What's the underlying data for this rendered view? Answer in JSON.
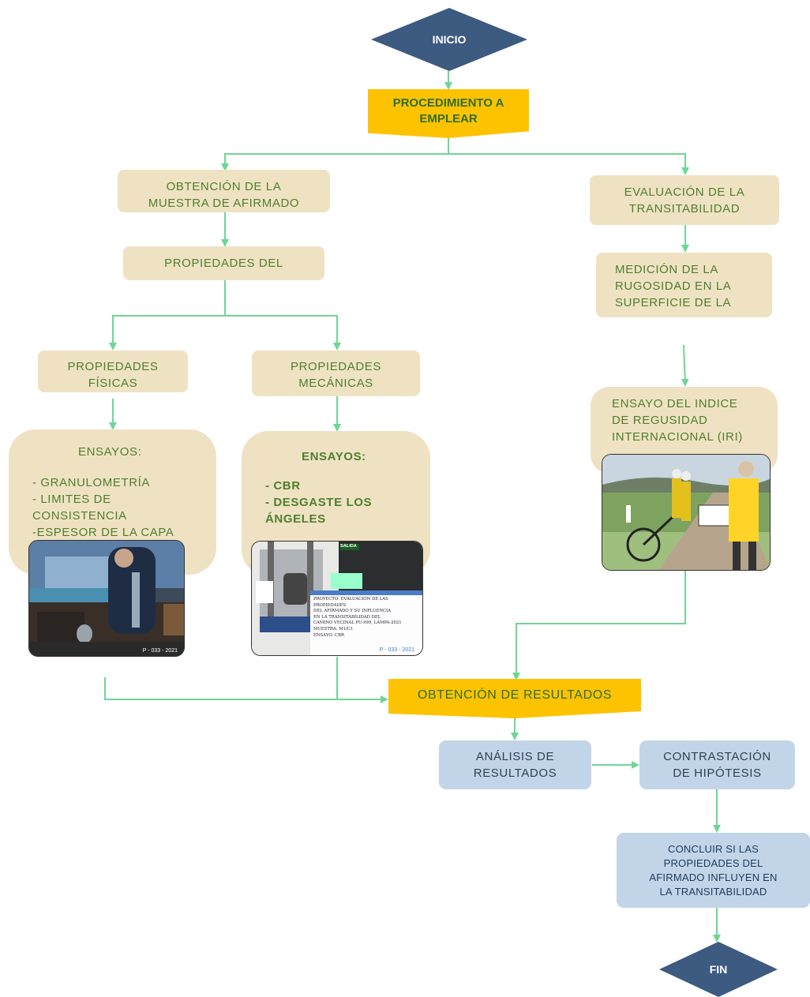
{
  "start": "INICIO",
  "procedure": [
    "PROCEDIMIENTO A",
    "EMPLEAR"
  ],
  "left_branch": {
    "sample": [
      "OBTENCIÓN DE LA",
      "MUESTRA DE AFIRMADO"
    ],
    "properties": "PROPIEDADES DEL",
    "physical": [
      "PROPIEDADES",
      "FÍSICAS"
    ],
    "mechanical": [
      "PROPIEDADES",
      "MECÁNICAS"
    ],
    "physical_tests": {
      "title": "ENSAYOS:",
      "items": [
        "- GRANULOMETRÍA",
        "- LIMITES DE",
        "CONSISTENCIA",
        "-ESPESOR DE LA CAPA"
      ]
    },
    "mechanical_tests": {
      "title": "ENSAYOS:",
      "items": [
        "- CBR",
        "- DESGASTE LOS",
        "ÁNGELES"
      ]
    }
  },
  "right_branch": {
    "evaluation": [
      "EVALUACIÓN DE LA",
      "TRANSITABILIDAD"
    ],
    "roughness": [
      "MEDICIÓN DE LA",
      "RUGOSIDAD EN LA",
      "SUPERFICIE DE LA"
    ],
    "iri": [
      "ENSAYO DEL INDICE",
      "DE REGUSIDAD",
      "INTERNACIONAL (IRI)"
    ]
  },
  "photos": {
    "physical_caption": "P - 033 - 2021",
    "mechanical_sign_lines": [
      "PROYECTO: EVALUACION DE LAS PROPIEDADES",
      "DEL AFIRMADO Y SU INFLUENCIA",
      "EN LA TRANSITABILIDAD DEL",
      "CAMINO VECINAL PU-999, LAMPA-2021",
      "MUESTRA: M1/C1",
      "ENSAYO: CBR"
    ],
    "mechanical_caption": "P - 033 - 2021",
    "mechanical_label": "SALIDA"
  },
  "results": "OBTENCIÓN DE RESULTADOS",
  "analysis": [
    "ANÁLISIS DE",
    "RESULTADOS"
  ],
  "hypothesis": [
    "CONTRASTACIÓN",
    "DE HIPÓTESIS"
  ],
  "conclusion": [
    "CONCLUIR SI LAS",
    "PROPIEDADES DEL",
    "AFIRMADO INFLUYEN EN",
    "LA TRANSITABILIDAD"
  ],
  "end": "FIN",
  "colors": {
    "diamond": "#3d5a80",
    "arrow": "#6ed694",
    "beige": "#efe2c3",
    "yellow": "#fdc300",
    "blue": "#c2d5e8",
    "green_text": "#4f7f2d"
  }
}
